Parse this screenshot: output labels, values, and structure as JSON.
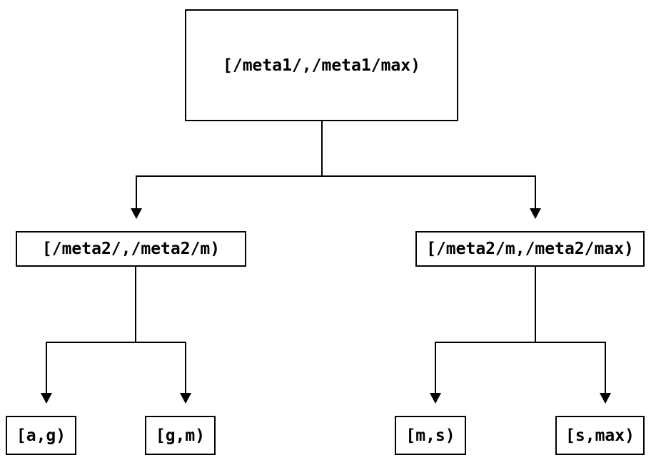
{
  "diagram": {
    "type": "tree",
    "background_color": "#ffffff",
    "line_color": "#000000",
    "text_color": "#000000",
    "nodes": {
      "root": {
        "label": "[/meta1/,/meta1/max)"
      },
      "mid_left": {
        "label": "[/meta2/,/meta2/m)"
      },
      "mid_right": {
        "label": "[/meta2/m,/meta2/max)"
      },
      "leaf_ag": {
        "label": "[a,g)"
      },
      "leaf_gm": {
        "label": "[g,m)"
      },
      "leaf_ms": {
        "label": "[m,s)"
      },
      "leaf_smax": {
        "label": "[s,max)"
      }
    },
    "edges": [
      {
        "from": "root",
        "to": "mid_left"
      },
      {
        "from": "root",
        "to": "mid_right"
      },
      {
        "from": "mid_left",
        "to": "leaf_ag"
      },
      {
        "from": "mid_left",
        "to": "leaf_gm"
      },
      {
        "from": "mid_right",
        "to": "leaf_ms"
      },
      {
        "from": "mid_right",
        "to": "leaf_smax"
      }
    ]
  }
}
